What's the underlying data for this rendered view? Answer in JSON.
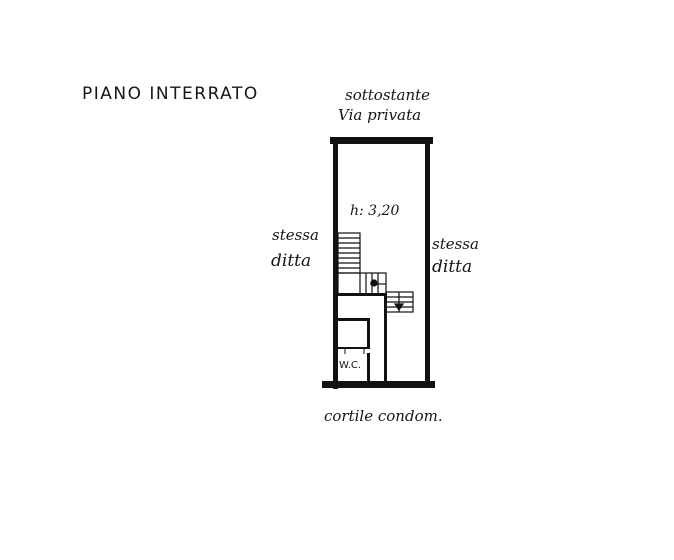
{
  "title": "PIANO INTERRATO",
  "labels": {
    "top_line1": "sottostante",
    "top_line2": "Via privata",
    "left_line1": "stessa",
    "left_line2": "ditta",
    "right_line1": "stessa",
    "right_line2": "ditta",
    "bottom": "cortile condom.",
    "height": "h: 3,20",
    "wc": "W.C."
  }
}
